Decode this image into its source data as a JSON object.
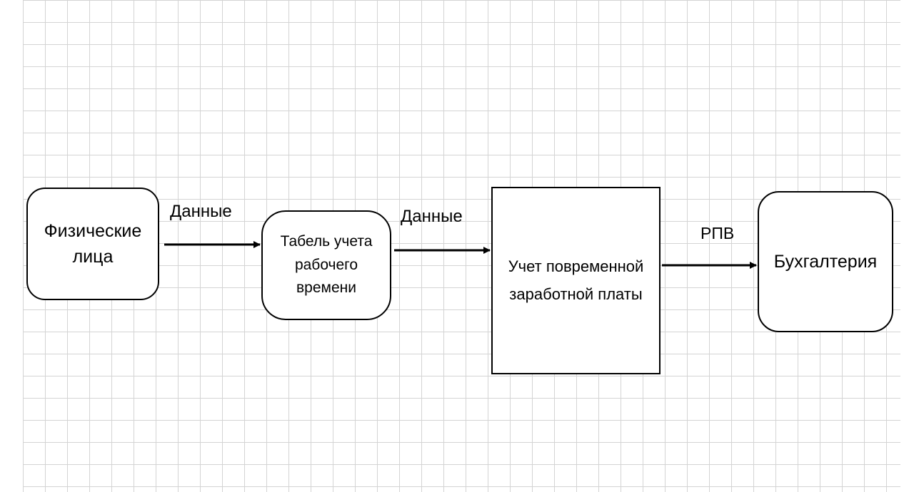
{
  "nodes": {
    "physical_persons": "Физические\nлица",
    "timesheet": "Табель учета\nрабочего\nвремени",
    "payroll": "Учет повременной\nзаработной платы",
    "accounting": "Бухгалтерия"
  },
  "edges": {
    "physical_to_timesheet": "Данные",
    "timesheet_to_payroll": "Данные",
    "payroll_to_accounting": "РПВ"
  },
  "colors": {
    "grid_line": "#d4d4d4",
    "stroke": "#000000",
    "background": "#ffffff"
  }
}
